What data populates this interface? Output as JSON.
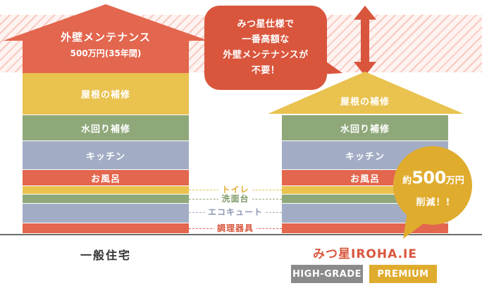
{
  "left_house": {
    "roof_title": "外壁メンテナンス",
    "roof_sub": "500万円(35年間)",
    "blocks": {
      "roof_repair": "屋根の補修",
      "water_repair": "水回り補修",
      "kitchen": "キッチン",
      "bath": "お風呂"
    },
    "name": "一般住宅"
  },
  "right_house": {
    "roof_label": "屋根の補修",
    "blocks": {
      "water_repair": "水回り補修",
      "kitchen": "キッチン",
      "bath": "お風呂"
    },
    "brand": "みつ星IROHA.IE",
    "tag_high": "HIGH-GRADE",
    "tag_premium": "PREMIUM"
  },
  "center_labels": {
    "toilet": "トイレ",
    "sink": "洗面台",
    "ecocute": "エコキュート",
    "cooking": "調理器具"
  },
  "speech_bubble": {
    "line1": "みつ星仕様で",
    "line2": "一番高額な",
    "line3": "外壁メンテナンスが",
    "line4": "不要！"
  },
  "badge": {
    "prefix": "約",
    "amount": "500",
    "unit": "万円",
    "line2": "削減！!"
  },
  "colors": {
    "roof_red": "#e3664e",
    "yellow": "#e9c24f",
    "green": "#8fa87a",
    "blue": "#a2adc5",
    "brand_red": "#d9563d",
    "gray_tag": "#8a8a8a",
    "gold": "#e0ac2e"
  }
}
